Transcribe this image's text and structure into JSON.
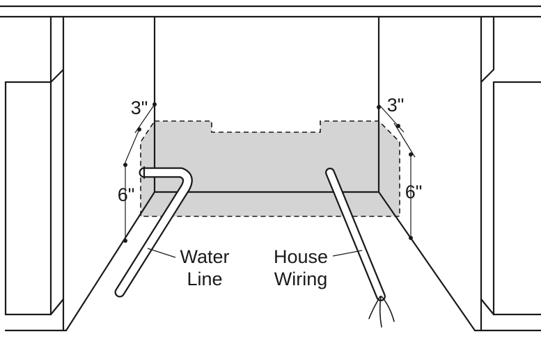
{
  "dimensions": {
    "left_top": "3\"",
    "right_top": "3\"",
    "left_side": "6\"",
    "right_side": "6\""
  },
  "labels": {
    "water_line_1": "Water",
    "water_line_2": "Line",
    "house_wiring_1": "House",
    "house_wiring_2": "Wiring"
  },
  "colors": {
    "shaded_zone": "#d4d4d4",
    "line": "#1a1a1a",
    "background": "#ffffff"
  }
}
